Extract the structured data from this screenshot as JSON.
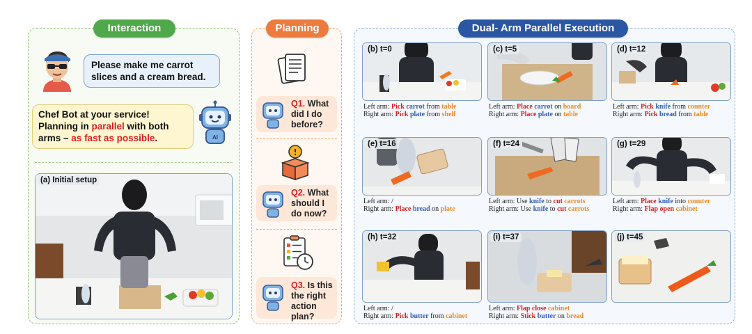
{
  "titles": {
    "interaction": "Interaction",
    "planning": "Planning",
    "execution": "Dual- Arm Parallel Execution"
  },
  "interaction": {
    "user_message": "Please make me carrot slices and a cream bread.",
    "bot_message": {
      "line1": "Chef Bot at your service!",
      "line2_pre": "Planning in ",
      "line2_hl": "parallel",
      "line2_post": " with both",
      "line3_pre": "arms – ",
      "line3_hl": "as fast as possible",
      "line3_post": "."
    },
    "setup_label": "(a) Initial setup"
  },
  "planning": {
    "questions": [
      {
        "num": "Q1.",
        "text": "What did I do before?"
      },
      {
        "num": "Q2.",
        "text": "What should I do now?"
      },
      {
        "num": "Q3.",
        "text": "Is this the right action plan?"
      }
    ]
  },
  "execution": {
    "steps": [
      {
        "label": "(b) t=0",
        "left": [
          {
            "t": "Left arm: ",
            "c": ""
          },
          {
            "t": "Pick",
            "c": "red"
          },
          {
            "t": " ",
            "c": ""
          },
          {
            "t": "carrot",
            "c": "blue"
          },
          {
            "t": " from ",
            "c": ""
          },
          {
            "t": "table",
            "c": "orange"
          }
        ],
        "right": [
          {
            "t": "Right arm: ",
            "c": ""
          },
          {
            "t": "Pick",
            "c": "red"
          },
          {
            "t": " ",
            "c": ""
          },
          {
            "t": "plate",
            "c": "blue"
          },
          {
            "t": " from ",
            "c": ""
          },
          {
            "t": "shelf",
            "c": "orange"
          }
        ]
      },
      {
        "label": "(c) t=5",
        "left": [
          {
            "t": "Left arm: ",
            "c": ""
          },
          {
            "t": "Place",
            "c": "red"
          },
          {
            "t": " ",
            "c": ""
          },
          {
            "t": "carrot",
            "c": "blue"
          },
          {
            "t": " on ",
            "c": ""
          },
          {
            "t": "board",
            "c": "orange"
          }
        ],
        "right": [
          {
            "t": "Right arm: ",
            "c": ""
          },
          {
            "t": "Place",
            "c": "red"
          },
          {
            "t": " ",
            "c": ""
          },
          {
            "t": "plate",
            "c": "blue"
          },
          {
            "t": " on ",
            "c": ""
          },
          {
            "t": "table",
            "c": "orange"
          }
        ]
      },
      {
        "label": "(d) t=12",
        "left": [
          {
            "t": "Left arm: ",
            "c": ""
          },
          {
            "t": "Pick",
            "c": "red"
          },
          {
            "t": " ",
            "c": ""
          },
          {
            "t": "knife",
            "c": "blue"
          },
          {
            "t": " from ",
            "c": ""
          },
          {
            "t": "counter",
            "c": "orange"
          }
        ],
        "right": [
          {
            "t": "Right arm: ",
            "c": ""
          },
          {
            "t": "Pick",
            "c": "red"
          },
          {
            "t": " ",
            "c": ""
          },
          {
            "t": "bread",
            "c": "blue"
          },
          {
            "t": " from ",
            "c": ""
          },
          {
            "t": "table",
            "c": "orange"
          }
        ]
      },
      {
        "label": "(e) t=16",
        "left": [
          {
            "t": "Left arm: /",
            "c": ""
          }
        ],
        "right": [
          {
            "t": "Right arm: ",
            "c": ""
          },
          {
            "t": "Place",
            "c": "red"
          },
          {
            "t": " ",
            "c": ""
          },
          {
            "t": "bread",
            "c": "blue"
          },
          {
            "t": " on ",
            "c": ""
          },
          {
            "t": "plate",
            "c": "orange"
          }
        ]
      },
      {
        "label": "(f) t=24",
        "left": [
          {
            "t": "Left arm: Use ",
            "c": ""
          },
          {
            "t": "knife",
            "c": "blue"
          },
          {
            "t": " to ",
            "c": ""
          },
          {
            "t": "cut",
            "c": "red"
          },
          {
            "t": " ",
            "c": ""
          },
          {
            "t": "carrots",
            "c": "orange"
          }
        ],
        "right": [
          {
            "t": "Right arm: Use ",
            "c": ""
          },
          {
            "t": "knife",
            "c": "blue"
          },
          {
            "t": " to ",
            "c": ""
          },
          {
            "t": "cut",
            "c": "red"
          },
          {
            "t": " ",
            "c": ""
          },
          {
            "t": "carrots",
            "c": "orange"
          }
        ]
      },
      {
        "label": "(g) t=29",
        "left": [
          {
            "t": "Left arm: ",
            "c": ""
          },
          {
            "t": "Place",
            "c": "red"
          },
          {
            "t": " ",
            "c": ""
          },
          {
            "t": "knife",
            "c": "blue"
          },
          {
            "t": " into ",
            "c": ""
          },
          {
            "t": "counter",
            "c": "orange"
          }
        ],
        "right": [
          {
            "t": "Right arm: ",
            "c": ""
          },
          {
            "t": "Flap open",
            "c": "red"
          },
          {
            "t": " ",
            "c": ""
          },
          {
            "t": "cabinet",
            "c": "orange"
          }
        ]
      },
      {
        "label": "(h) t=32",
        "left": [
          {
            "t": "Left arm: /",
            "c": ""
          }
        ],
        "right": [
          {
            "t": "Right arm: ",
            "c": ""
          },
          {
            "t": "Pick",
            "c": "red"
          },
          {
            "t": " ",
            "c": ""
          },
          {
            "t": "butter",
            "c": "blue"
          },
          {
            "t": " from ",
            "c": ""
          },
          {
            "t": "cabinet",
            "c": "orange"
          }
        ]
      },
      {
        "label": "(i) t=37",
        "left": [
          {
            "t": "Left arm: ",
            "c": ""
          },
          {
            "t": "Flap close",
            "c": "red"
          },
          {
            "t": " ",
            "c": ""
          },
          {
            "t": "cabinet",
            "c": "orange"
          }
        ],
        "right": [
          {
            "t": "Right arm: ",
            "c": ""
          },
          {
            "t": "Stick",
            "c": "red"
          },
          {
            "t": " ",
            "c": ""
          },
          {
            "t": "butter",
            "c": "blue"
          },
          {
            "t": " on ",
            "c": ""
          },
          {
            "t": "bread",
            "c": "orange"
          }
        ]
      },
      {
        "label": "(j) t=45",
        "left": [],
        "right": []
      }
    ]
  },
  "colors": {
    "interaction": "#4fa84a",
    "planning": "#ec7b3d",
    "execution": "#2b57a2",
    "highlight_red": "#d81e1e",
    "object_blue": "#2f5fb3",
    "location_orange": "#ec8a22"
  },
  "icons": [
    "user-avatar-icon",
    "robot-avatar-icon",
    "documents-icon",
    "idea-box-icon",
    "checklist-clock-icon"
  ]
}
